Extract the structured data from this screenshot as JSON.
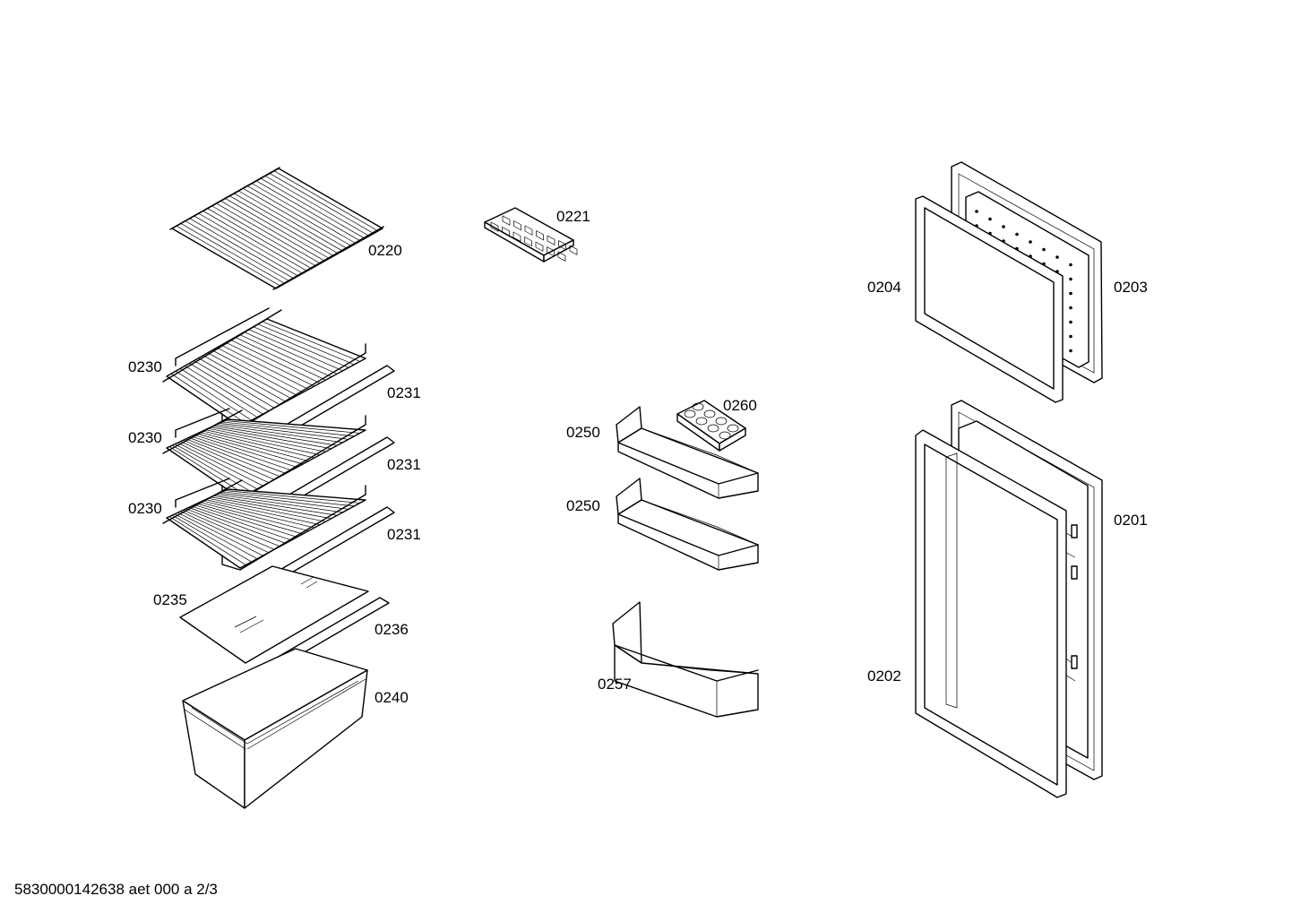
{
  "parts": [
    {
      "id": "p0220",
      "label": "0220"
    },
    {
      "id": "p0221",
      "label": "0221"
    },
    {
      "id": "p0230a",
      "label": "0230"
    },
    {
      "id": "p0231a",
      "label": "0231"
    },
    {
      "id": "p0230b",
      "label": "0230"
    },
    {
      "id": "p0231b",
      "label": "0231"
    },
    {
      "id": "p0230c",
      "label": "0230"
    },
    {
      "id": "p0231c",
      "label": "0231"
    },
    {
      "id": "p0235",
      "label": "0235"
    },
    {
      "id": "p0236",
      "label": "0236"
    },
    {
      "id": "p0240",
      "label": "0240"
    },
    {
      "id": "p0250a",
      "label": "0250"
    },
    {
      "id": "p0260",
      "label": "0260"
    },
    {
      "id": "p0250b",
      "label": "0250"
    },
    {
      "id": "p0257",
      "label": "0257"
    },
    {
      "id": "p0204",
      "label": "0204"
    },
    {
      "id": "p0203",
      "label": "0203"
    },
    {
      "id": "p0201",
      "label": "0201"
    },
    {
      "id": "p0202",
      "label": "0202"
    }
  ],
  "footer": {
    "document_code": "5830000142638 aet 000 a 2/3"
  }
}
